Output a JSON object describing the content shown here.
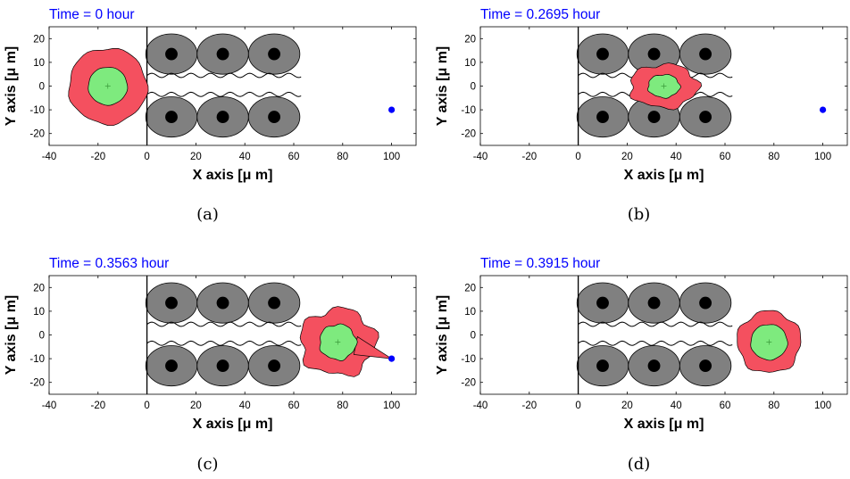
{
  "chart_data": [
    {
      "type": "scatter",
      "panel_label": "(a)",
      "title": "Time = 0 hour",
      "xlabel": "X axis [μ m]",
      "ylabel": "Y axis [μ m]",
      "xlim": [
        -40,
        110
      ],
      "ylim": [
        -25,
        25
      ],
      "xticks": [
        -40,
        -20,
        0,
        20,
        40,
        60,
        80,
        100
      ],
      "yticks": [
        -20,
        -10,
        0,
        10,
        20
      ],
      "cell_center": [
        -16,
        0
      ],
      "cell_radius": 16,
      "nucleus_radius": 8,
      "target_point": [
        100,
        -10
      ]
    },
    {
      "type": "scatter",
      "panel_label": "(b)",
      "title": "Time = 0.2695 hour",
      "xlabel": "X axis [μ m]",
      "ylabel": "Y axis [μ m]",
      "xlim": [
        -40,
        110
      ],
      "ylim": [
        -25,
        25
      ],
      "xticks": [
        -40,
        -20,
        0,
        20,
        40,
        60,
        80,
        100
      ],
      "yticks": [
        -20,
        -10,
        0,
        10,
        20
      ],
      "cell_center": [
        35,
        0
      ],
      "cell_radius": 9,
      "nucleus_radius": 5,
      "target_point": [
        100,
        -10
      ]
    },
    {
      "type": "scatter",
      "panel_label": "(c)",
      "title": "Time = 0.3563 hour",
      "xlabel": "X axis [μ m]",
      "ylabel": "Y axis [μ m]",
      "xlim": [
        -40,
        110
      ],
      "ylim": [
        -25,
        25
      ],
      "xticks": [
        -40,
        -20,
        0,
        20,
        40,
        60,
        80,
        100
      ],
      "yticks": [
        -20,
        -10,
        0,
        10,
        20
      ],
      "cell_center": [
        78,
        -3
      ],
      "cell_radius": 14,
      "nucleus_radius": 7.5,
      "target_point": [
        100,
        -10
      ]
    },
    {
      "type": "scatter",
      "panel_label": "(d)",
      "title": "Time = 0.3915 hour",
      "xlabel": "X axis [μ m]",
      "ylabel": "Y axis [μ m]",
      "xlim": [
        -40,
        110
      ],
      "ylim": [
        -25,
        25
      ],
      "xticks": [
        -40,
        -20,
        0,
        20,
        40,
        60,
        80,
        100
      ],
      "yticks": [
        -20,
        -10,
        0,
        10,
        20
      ],
      "cell_center": [
        78,
        -3
      ],
      "cell_radius": 13,
      "nucleus_radius": 7.5,
      "target_point": null
    }
  ],
  "obstacles": {
    "centers": [
      [
        10,
        13.5
      ],
      [
        31,
        13.5
      ],
      [
        52,
        13.5
      ],
      [
        10,
        -13
      ],
      [
        31,
        -13
      ],
      [
        52,
        -13
      ]
    ],
    "rx": 10.5,
    "ry": 8.5,
    "hole_radius": 2.6,
    "fill_color": "#808080",
    "hole_color": "#000000"
  },
  "wall": {
    "x": 0,
    "y_range": [
      -25,
      25
    ]
  },
  "channel_boundaries": {
    "x_range": [
      0,
      63
    ],
    "upper_y": 4.5,
    "lower_y": -3.5
  },
  "colors": {
    "title": "#0000ff",
    "cell_body": "#f4505f",
    "nucleus": "#7eea7e",
    "target": "#0000ff",
    "axis": "#000000"
  }
}
